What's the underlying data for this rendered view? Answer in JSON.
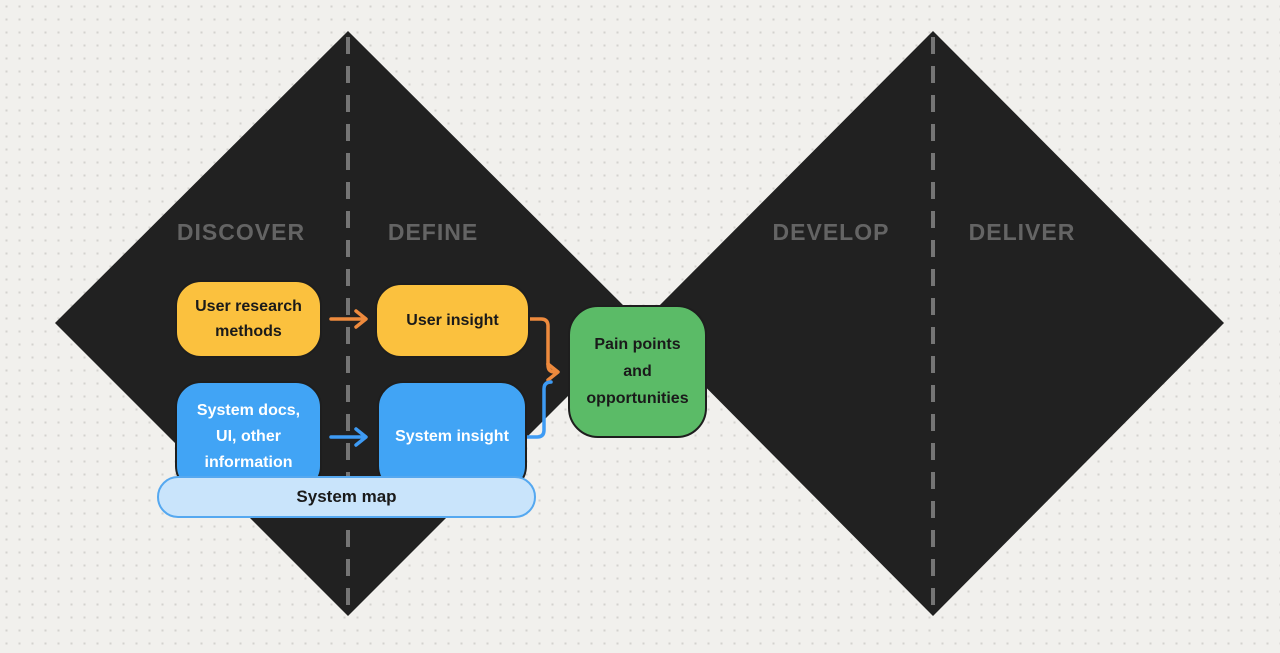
{
  "phases": [
    {
      "label": "DISCOVER"
    },
    {
      "label": "DEFINE"
    },
    {
      "label": "DEVELOP"
    },
    {
      "label": "DELIVER"
    }
  ],
  "nodes": {
    "user_research": {
      "lines": [
        "User research",
        "methods"
      ]
    },
    "user_insight": {
      "lines": [
        "User insight"
      ]
    },
    "system_docs": {
      "lines": [
        "System docs,",
        "UI, other",
        "information"
      ]
    },
    "system_insight": {
      "lines": [
        "System insight"
      ]
    },
    "system_map": {
      "lines": [
        "System map"
      ]
    },
    "pain_points": {
      "lines": [
        "Pain points",
        "and",
        "opportunities"
      ]
    }
  },
  "colors": {
    "background": "#F1F0ED",
    "diamond": "#212121",
    "divider": "#757575",
    "phase_label": "#646464",
    "yellow_node": "#FBC13E",
    "blue_node": "#41A4F5",
    "light_blue_node": "#C9E4FB",
    "light_blue_border": "#55A8F0",
    "green_node": "#5BBB67",
    "orange_arrow": "#EE8A3D",
    "blue_arrow": "#3E9BF4"
  }
}
